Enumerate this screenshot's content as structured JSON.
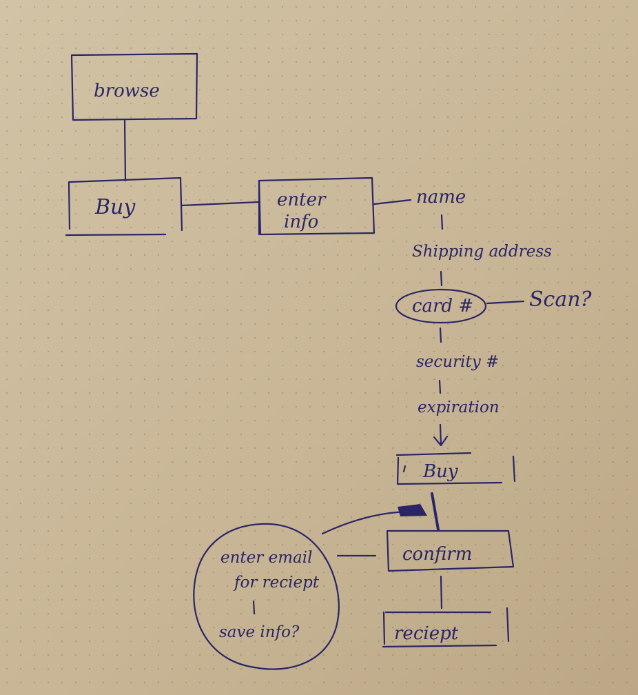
{
  "nodes": {
    "browse": "browse",
    "buy_main": "Buy",
    "enter_info_line1": "enter",
    "enter_info_line2": "info",
    "name": "name",
    "shipping_address": "Shipping address",
    "card_number": "card #",
    "scan": "Scan?",
    "security_number": "security #",
    "expiration": "expiration",
    "buy_confirm": "Buy",
    "confirm": "confirm",
    "receipt": "reciept",
    "email_line1": "enter email",
    "email_line2": "for reciept",
    "save_info": "save info?"
  },
  "colors": {
    "ink": "#2a2566",
    "paper": "#c9b89a"
  }
}
